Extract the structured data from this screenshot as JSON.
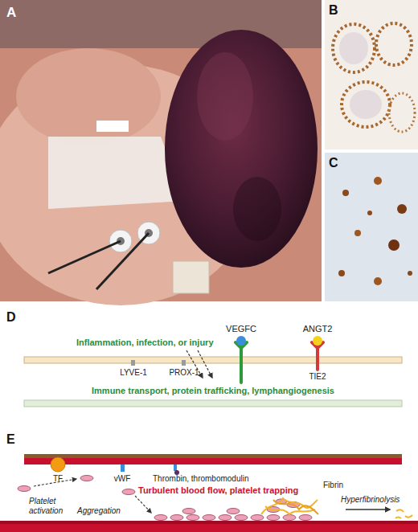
{
  "diagram": {
    "labels": [
      "A",
      "B",
      "C",
      "D",
      "Inflammation, infection, or injury",
      "VEGFC",
      "ANGT2",
      "LYVE-1",
      "PROX-1",
      "TIE2",
      "Immune transport, protein trafficking, lymphangiogenesis",
      "E",
      "TF",
      "vWF",
      "Thrombin, thrombomodulin",
      "Turbulent blood flow, platelet trapping",
      "Platelet activation",
      "Aggregation",
      "Fibrin",
      "Hyperfibrinolysis"
    ]
  }
}
